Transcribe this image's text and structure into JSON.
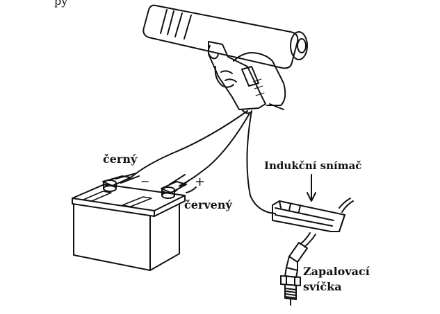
{
  "header_fragment": "py",
  "labels": {
    "black": "černý",
    "red": "červený",
    "pickup": "Indukční snímač",
    "spark_line1": "Zapalovací",
    "spark_line2": "svíčka",
    "minus": "−",
    "plus": "+"
  },
  "colors": {
    "ink": "#111111",
    "background": "#ffffff"
  }
}
